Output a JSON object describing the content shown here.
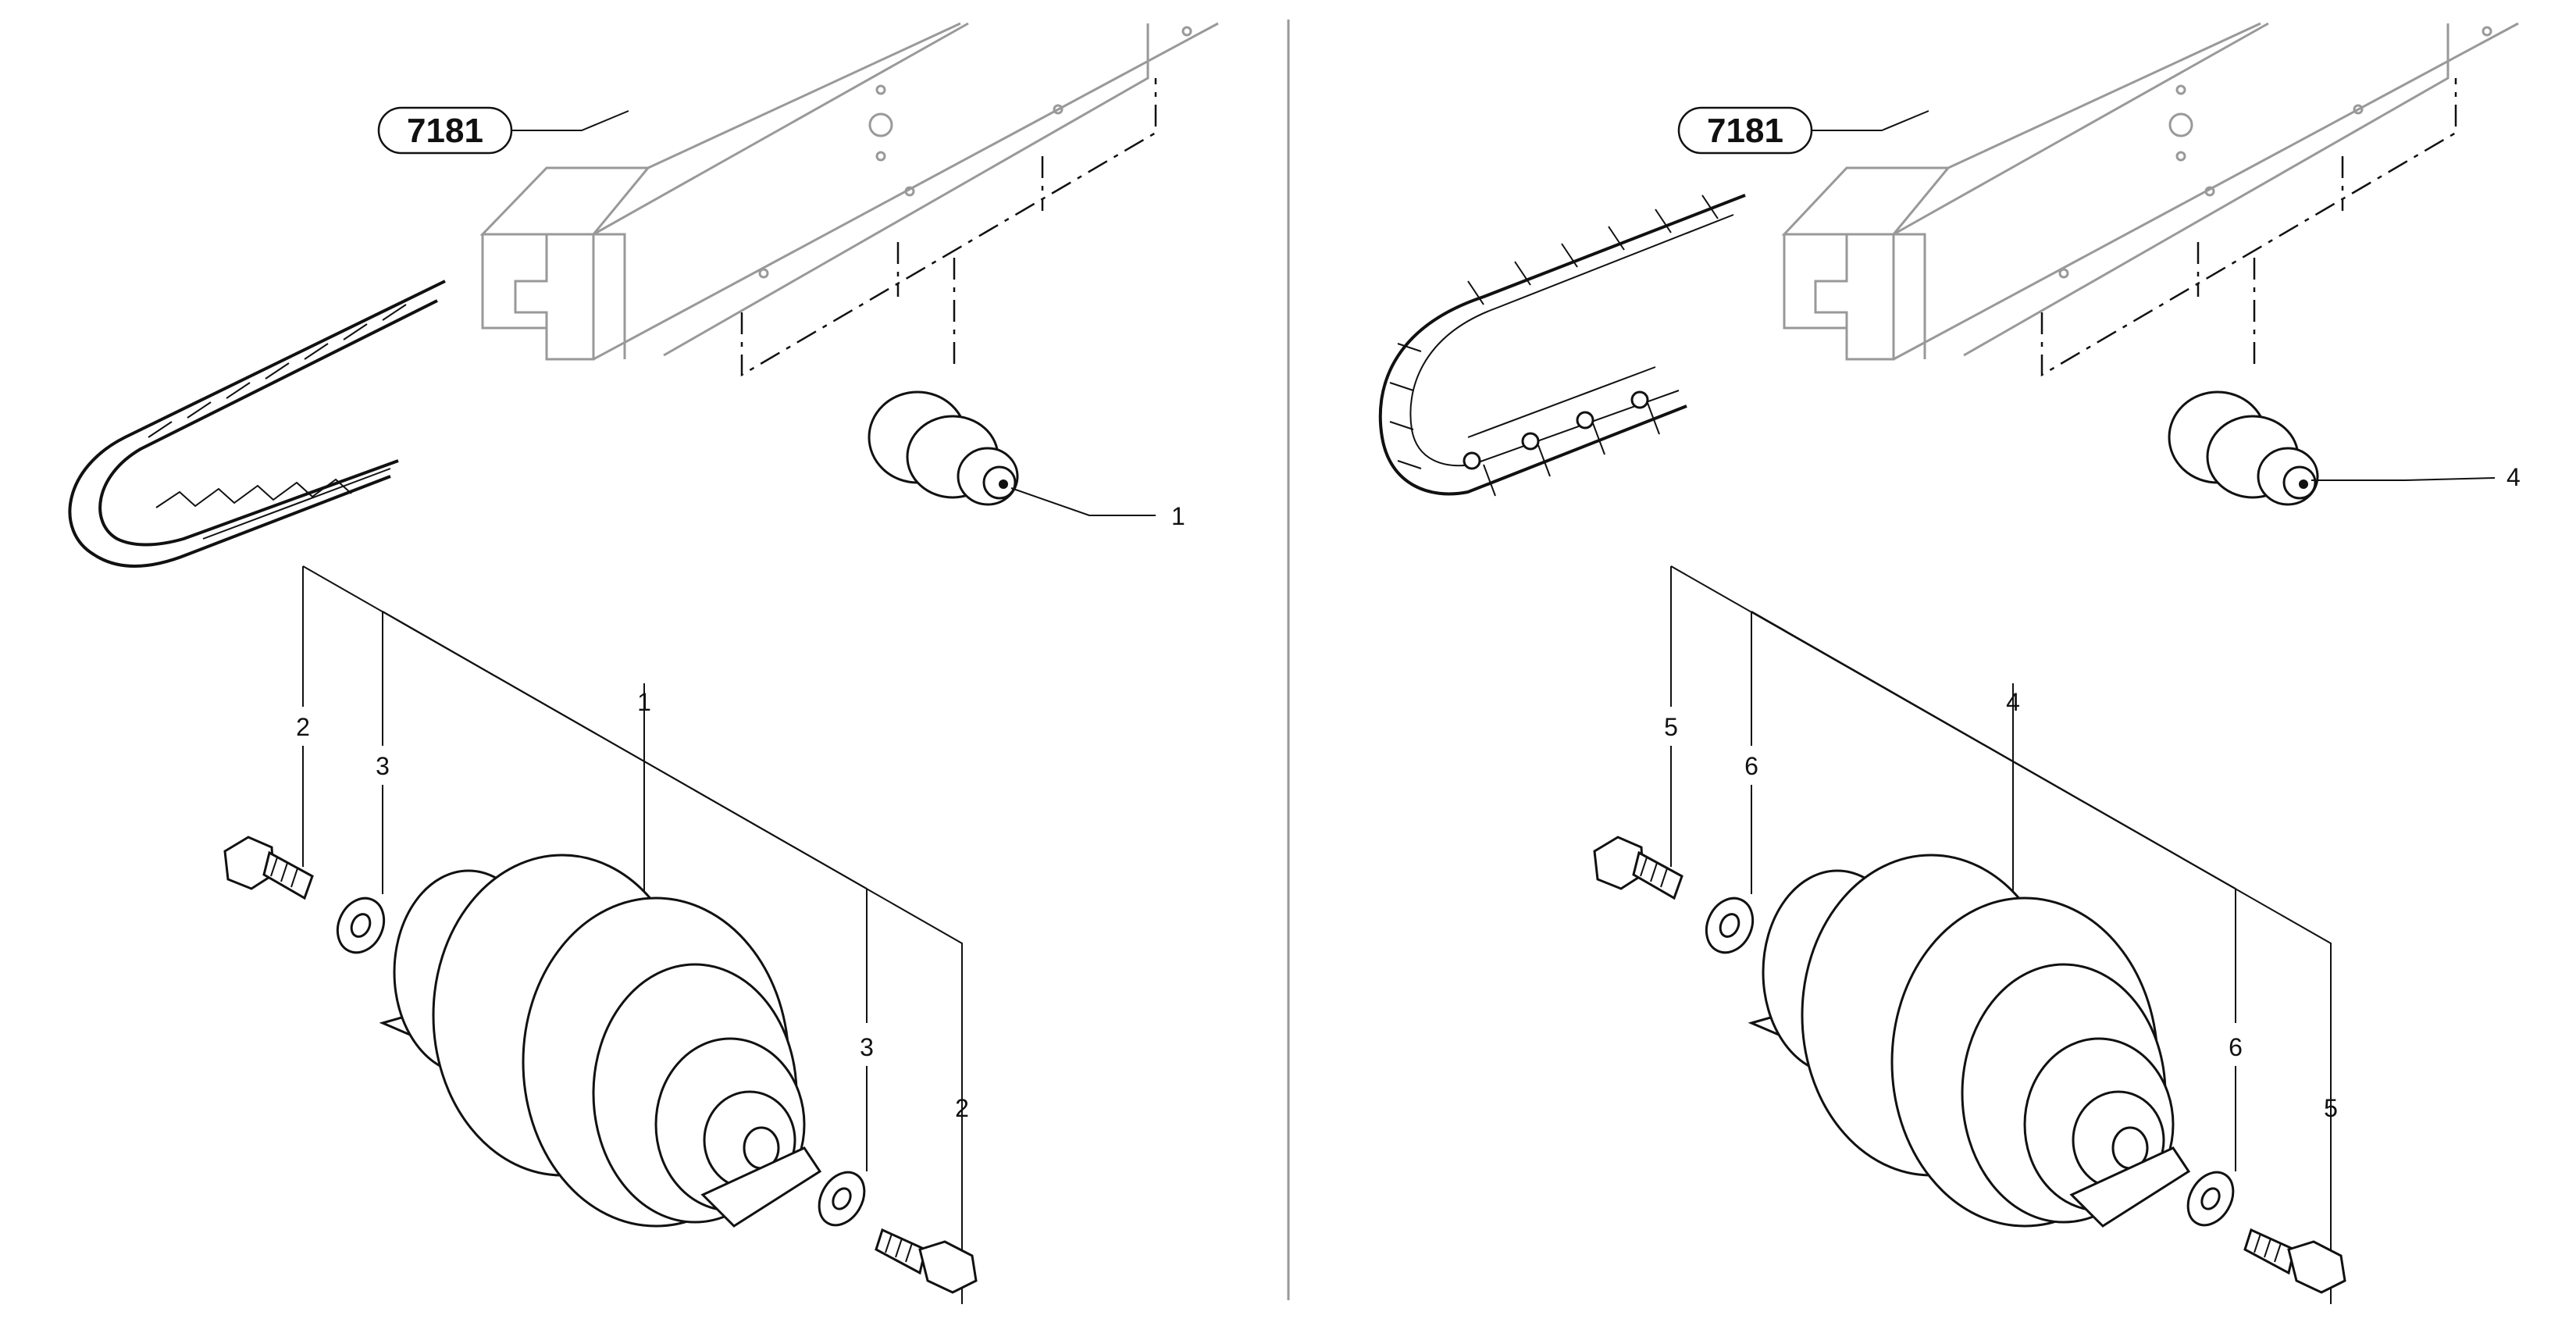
{
  "diagram": {
    "left_panel": {
      "reference": "7181",
      "overview_callout": "1",
      "exploded_callouts": {
        "bolt_left": "2",
        "washer_left": "3",
        "roller": "1",
        "washer_right": "3",
        "bolt_right": "2"
      }
    },
    "right_panel": {
      "reference": "7181",
      "overview_callout": "4",
      "exploded_callouts": {
        "bolt_left": "5",
        "washer_left": "6",
        "roller": "4",
        "washer_right": "6",
        "bolt_right": "5"
      }
    }
  }
}
